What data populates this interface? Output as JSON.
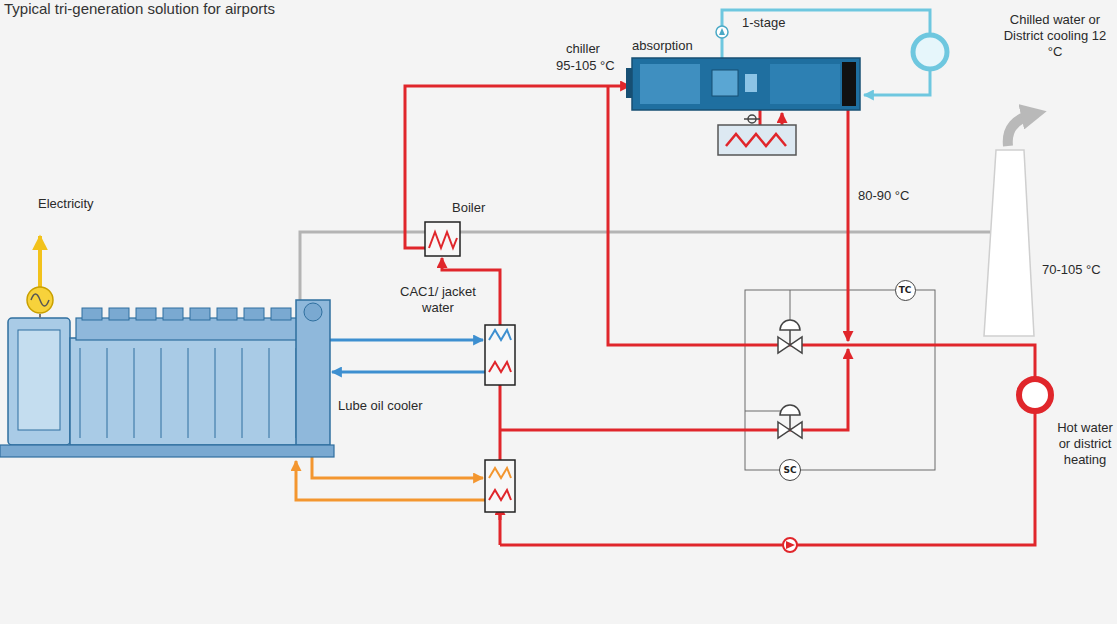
{
  "diagram": {
    "title": "Typical tri-generation solution for airports",
    "nodes": [
      {
        "text": [
          "TC"
        ]
      },
      {
        "text": [
          "SC"
        ]
      }
    ],
    "labels": [
      "1-stage",
      "absorption",
      "Chilled water or District cooling 12 °C",
      "chiller",
      "95-105 °C",
      "Electricity",
      "Boiler",
      "80-90 °C",
      "70-105 °C",
      "CAC1/ jacket water",
      "Lube oil cooler",
      "Hot water or district heating"
    ]
  }
}
